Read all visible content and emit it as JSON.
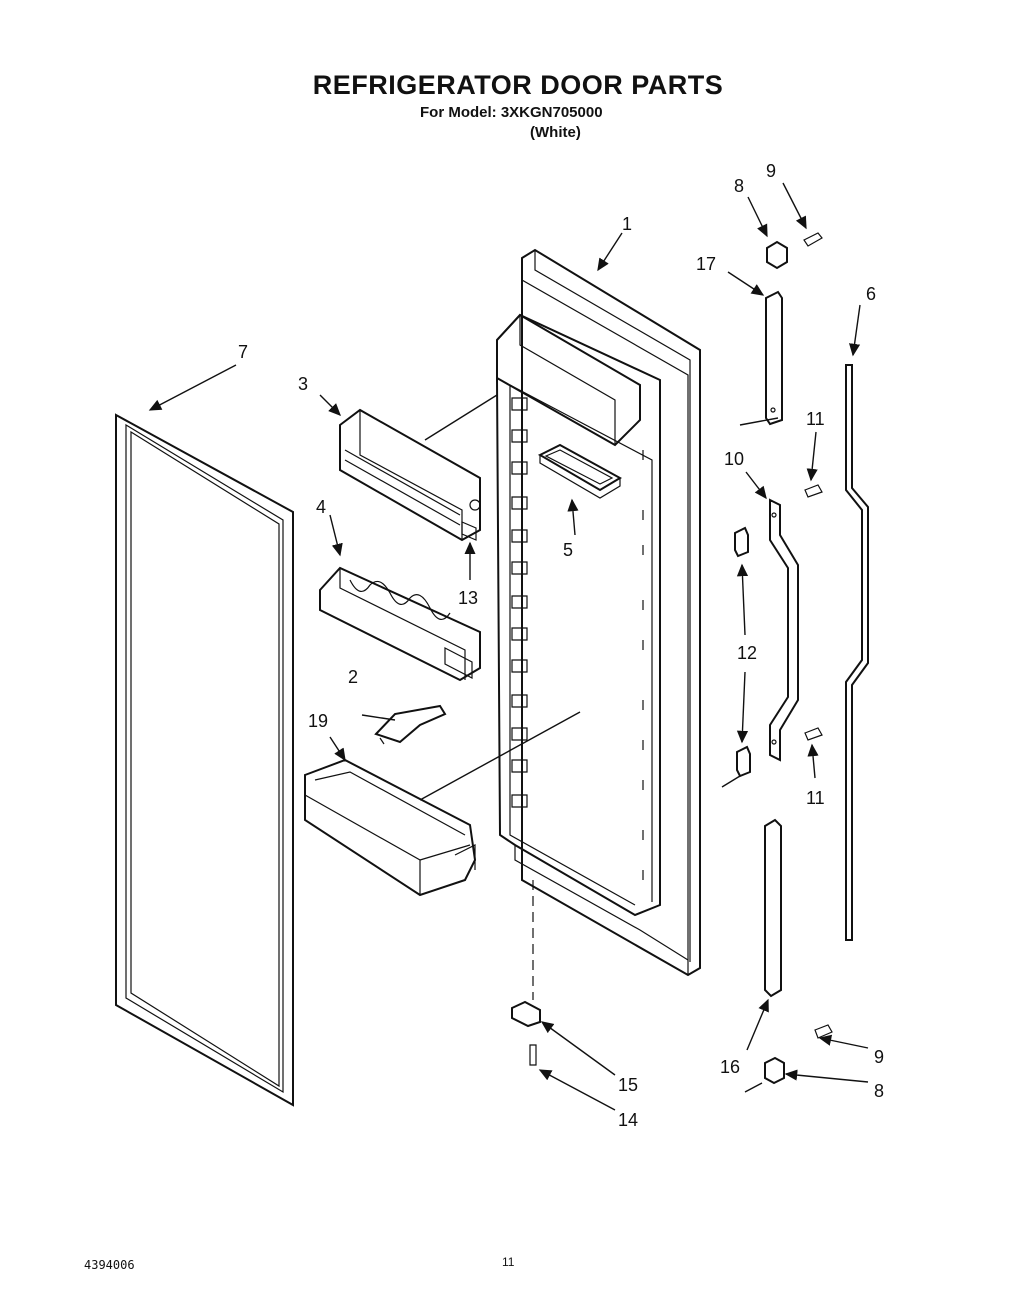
{
  "header": {
    "title": "REFRIGERATOR DOOR PARTS",
    "model_line": "For Model: 3XKGN705000",
    "color_line": "(White)"
  },
  "footer": {
    "doc_number": "4394006",
    "page_number": "11"
  },
  "callouts": {
    "c1": "1",
    "c2": "2",
    "c3": "3",
    "c4": "4",
    "c5": "5",
    "c6": "6",
    "c7": "7",
    "c8_top": "8",
    "c8_bottom": "8",
    "c9_top": "9",
    "c9_bottom": "9",
    "c10": "10",
    "c11_top": "11",
    "c11_bottom": "11",
    "c12": "12",
    "c13": "13",
    "c14": "14",
    "c15": "15",
    "c16": "16",
    "c17": "17",
    "c19": "19"
  }
}
